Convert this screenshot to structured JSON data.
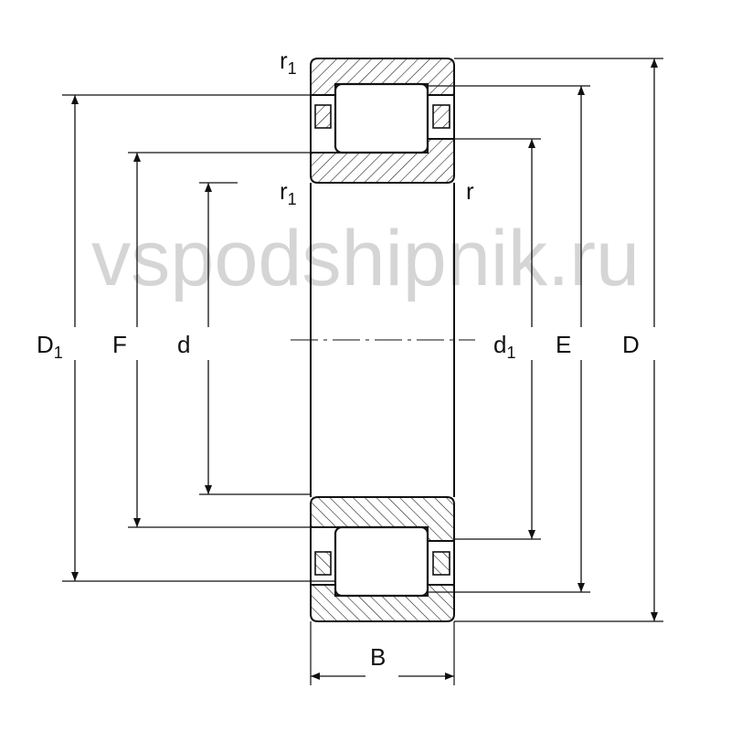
{
  "labels": {
    "D1": {
      "main": "D",
      "sub": "1"
    },
    "F": "F",
    "d": "d",
    "d1": {
      "main": "d",
      "sub": "1"
    },
    "E": "E",
    "D": "D",
    "B": "B",
    "r1_top": {
      "main": "r",
      "sub": "1"
    },
    "r1_inner": {
      "main": "r",
      "sub": "1"
    },
    "r": "r"
  },
  "watermark": "vspodshipnik.ru",
  "colors": {
    "line": "#111111",
    "watermark": "#c8c8c8"
  }
}
